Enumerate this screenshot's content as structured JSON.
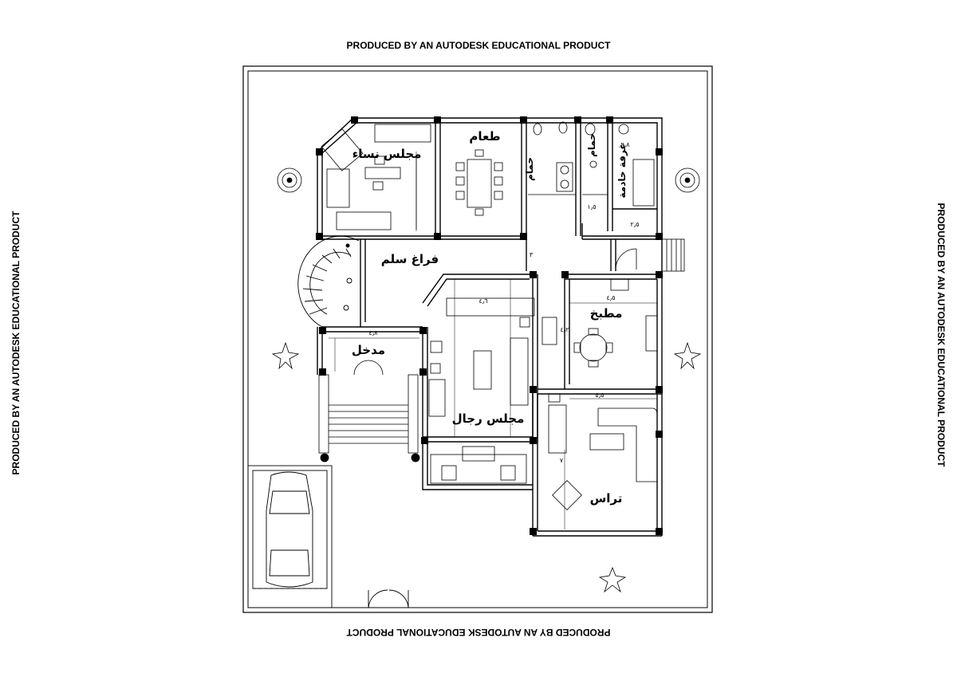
{
  "watermark": {
    "top": "PRODUCED BY AN AUTODESK EDUCATIONAL PRODUCT",
    "bottom": "PRODUCED BY AN AUTODESK EDUCATIONAL PRODUCT",
    "left": "PRODUCED BY AN AUTODESK EDUCATIONAL PRODUCT",
    "right": "PRODUCED BY AN AUTODESK EDUCATIONAL PRODUCT"
  },
  "rooms": {
    "women_majlis": "مجلس نساء",
    "dining": "طعام",
    "bath": "حمام",
    "guest_room": "غرفة خادمة",
    "stair_void": "فراغ سلم",
    "kitchen": "مطبخ",
    "entrance": "مدخل",
    "men_majlis": "مجلس رجال",
    "terrace": "تراس"
  },
  "dimensions": {
    "d1": "٤٫٦",
    "d2": "٤٫٥",
    "d3": "٣",
    "d4": "٢٫٥",
    "d5": "٤٫٨",
    "d6": "١٫٥",
    "d7": "٢٫٨",
    "d8": "٥٫٥",
    "d9": "٤٫٢",
    "d10": "٧"
  }
}
